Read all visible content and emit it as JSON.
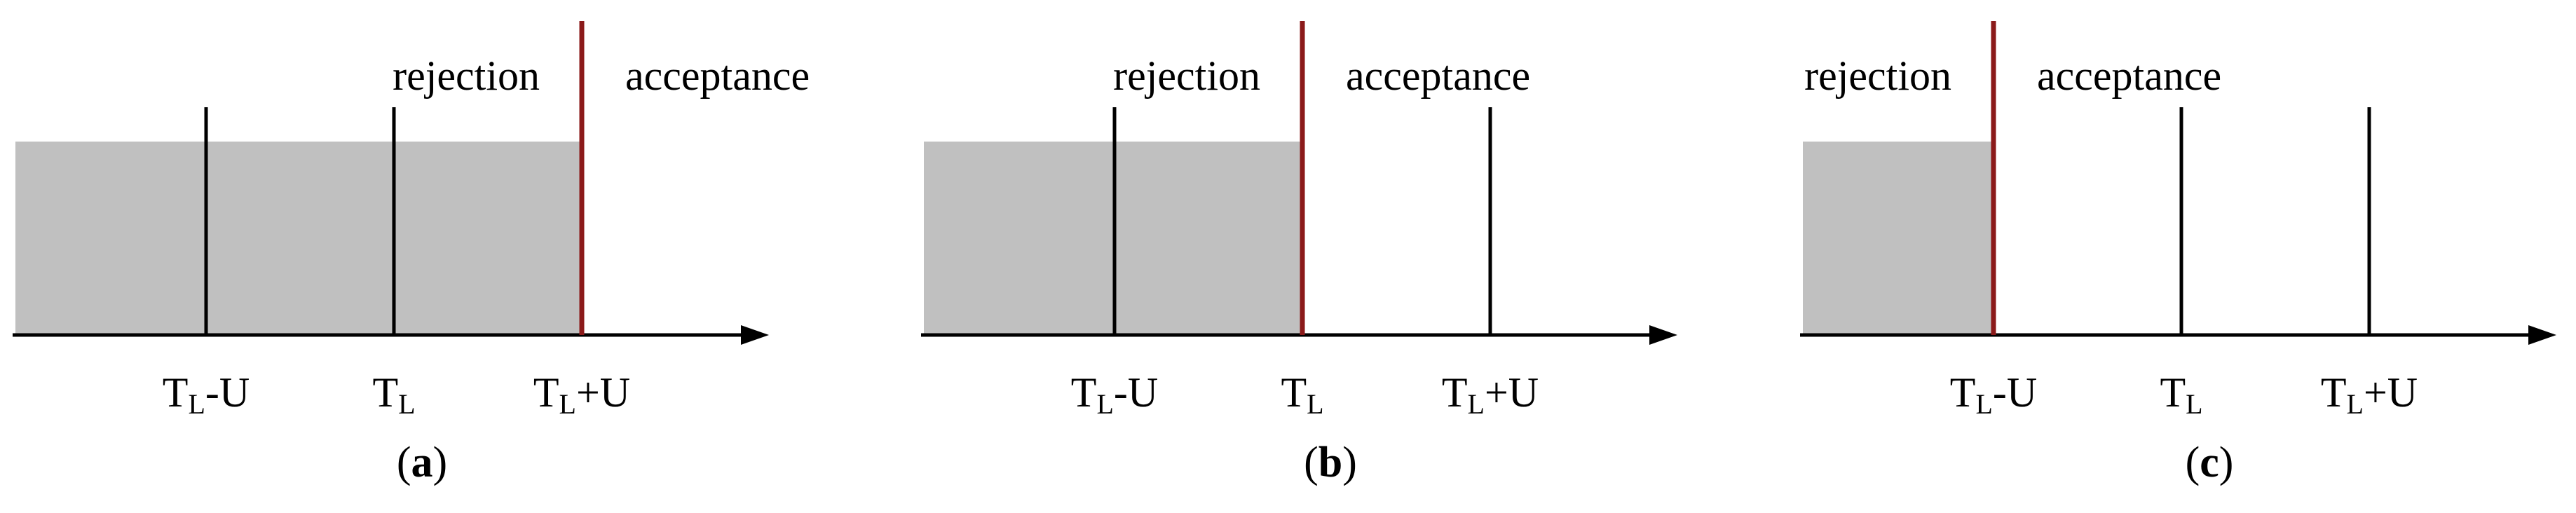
{
  "colors": {
    "shade": "#c0c0c0",
    "threshold": "#8b1a1a",
    "line": "#000000"
  },
  "panels": [
    {
      "id": "a",
      "caption_open": "(",
      "caption_letter": "a",
      "caption_close": ")",
      "rejection_label": "rejection",
      "acceptance_label": "acceptance",
      "threshold_at_tick": 2,
      "ticks": [
        {
          "main": "T",
          "sub": "L",
          "suffix": "-U"
        },
        {
          "main": "T",
          "sub": "L",
          "suffix": ""
        },
        {
          "main": "T",
          "sub": "L",
          "suffix": "+U"
        }
      ]
    },
    {
      "id": "b",
      "caption_open": "(",
      "caption_letter": "b",
      "caption_close": ")",
      "rejection_label": "rejection",
      "acceptance_label": "acceptance",
      "threshold_at_tick": 1,
      "ticks": [
        {
          "main": "T",
          "sub": "L",
          "suffix": "-U"
        },
        {
          "main": "T",
          "sub": "L",
          "suffix": ""
        },
        {
          "main": "T",
          "sub": "L",
          "suffix": "+U"
        }
      ]
    },
    {
      "id": "c",
      "caption_open": "(",
      "caption_letter": "c",
      "caption_close": ")",
      "rejection_label": "rejection",
      "acceptance_label": "acceptance",
      "threshold_at_tick": 0,
      "ticks": [
        {
          "main": "T",
          "sub": "L",
          "suffix": "-U"
        },
        {
          "main": "T",
          "sub": "L",
          "suffix": ""
        },
        {
          "main": "T",
          "sub": "L",
          "suffix": "+U"
        }
      ]
    }
  ]
}
